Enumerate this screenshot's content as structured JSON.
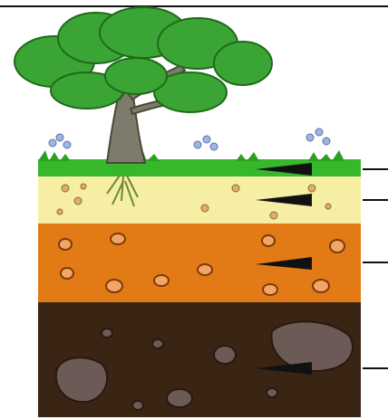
{
  "diagram": {
    "type": "soil-profile",
    "layers": [
      {
        "id": "grass",
        "color": "#36b82a"
      },
      {
        "id": "topsoil",
        "color": "#f6eea3"
      },
      {
        "id": "subsoil",
        "color": "#e27a16"
      },
      {
        "id": "bedrock",
        "color": "#3a2414"
      }
    ],
    "tree_foliage_color": "#3aa534",
    "tree_trunk_color": "#7a7a6a",
    "flower_color": "#9bb7e6",
    "arrow_color": "#111111",
    "pointer_count": 4
  }
}
